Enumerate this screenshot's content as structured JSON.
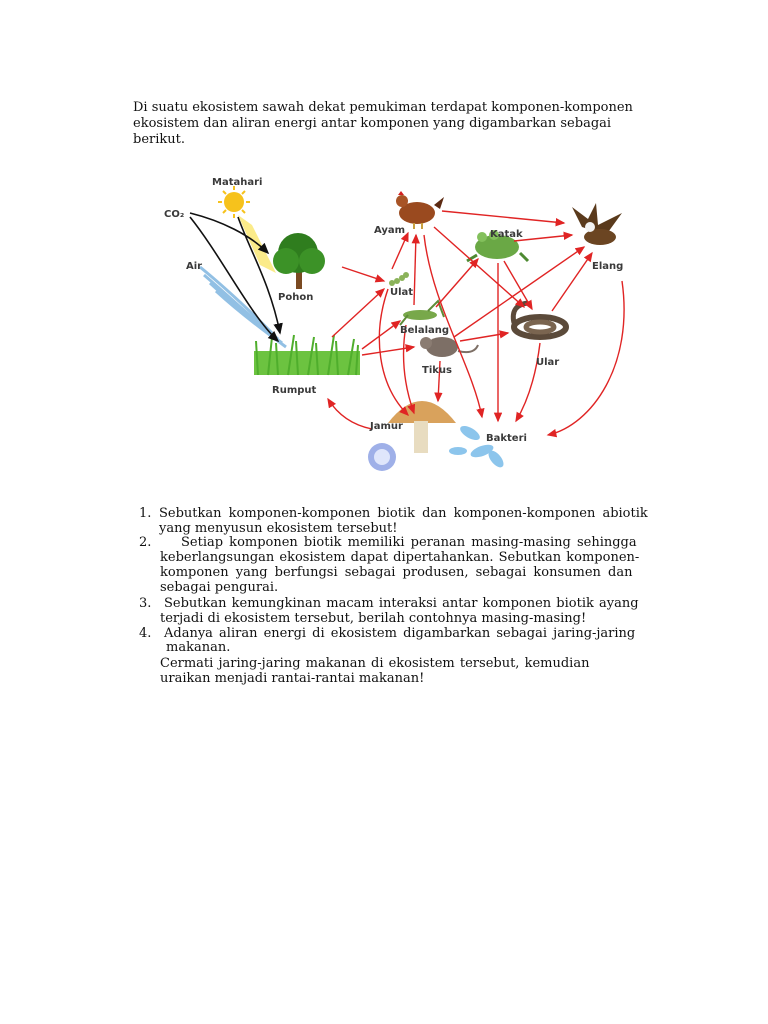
{
  "intro": {
    "lines": [
      "Di suatu ekosistem sawah dekat pemukiman terdapat komponen-komponen",
      "ekosistem dan aliran energi antar komponen yang digambarkan sebagai",
      "berikut."
    ]
  },
  "diagram": {
    "labels": {
      "matahari": "Matahari",
      "co2": "CO₂",
      "air": "Air",
      "pohon": "Pohon",
      "rumput": "Rumput",
      "ayam": "Ayam",
      "katak": "Katak",
      "elang": "Elang",
      "ulat": "Ulat",
      "belalang": "Belalang",
      "tikus": "Tikus",
      "ular": "Ular",
      "jamur": "Jamur",
      "bakteri": "Bakteri"
    },
    "colors": {
      "arrow_red": "#e02424",
      "arrow_black": "#111111",
      "sun": "#f6c21c",
      "grass": "#4fae2c",
      "tree": "#2f7d1e",
      "water": "#7fb6e0"
    }
  },
  "questions": {
    "q1": {
      "number": "1.",
      "line1": "Sebutkan komponen-komponen biotik dan komponen-komponen abiotik",
      "line2": "yang menyusun ekosistem tersebut!"
    },
    "q2": {
      "number": "2.",
      "line1": "Setiap komponen biotik memiliki peranan masing-masing sehingga",
      "line2": "keberlangsungan ekosistem dapat dipertahankan. Sebutkan komponen-",
      "line3": "komponen yang berfungsi sebagai produsen, sebagai konsumen dan",
      "line4": "sebagai pengurai."
    },
    "q3": {
      "number": "3.",
      "line1": "Sebutkan kemungkinan macam interaksi antar komponen biotik ayang",
      "line2": "terjadi  di ekosistem tersebut, berilah contohnya masing-masing!"
    },
    "q4": {
      "number": "4.",
      "line1": "Adanya aliran energi di ekosistem digambarkan sebagai jaring-jaring",
      "line2": "makanan.",
      "line3": "Cermati jaring-jaring makanan di ekosistem tersebut, kemudian",
      "line4": "uraikan  menjadi rantai-rantai makanan!"
    }
  }
}
